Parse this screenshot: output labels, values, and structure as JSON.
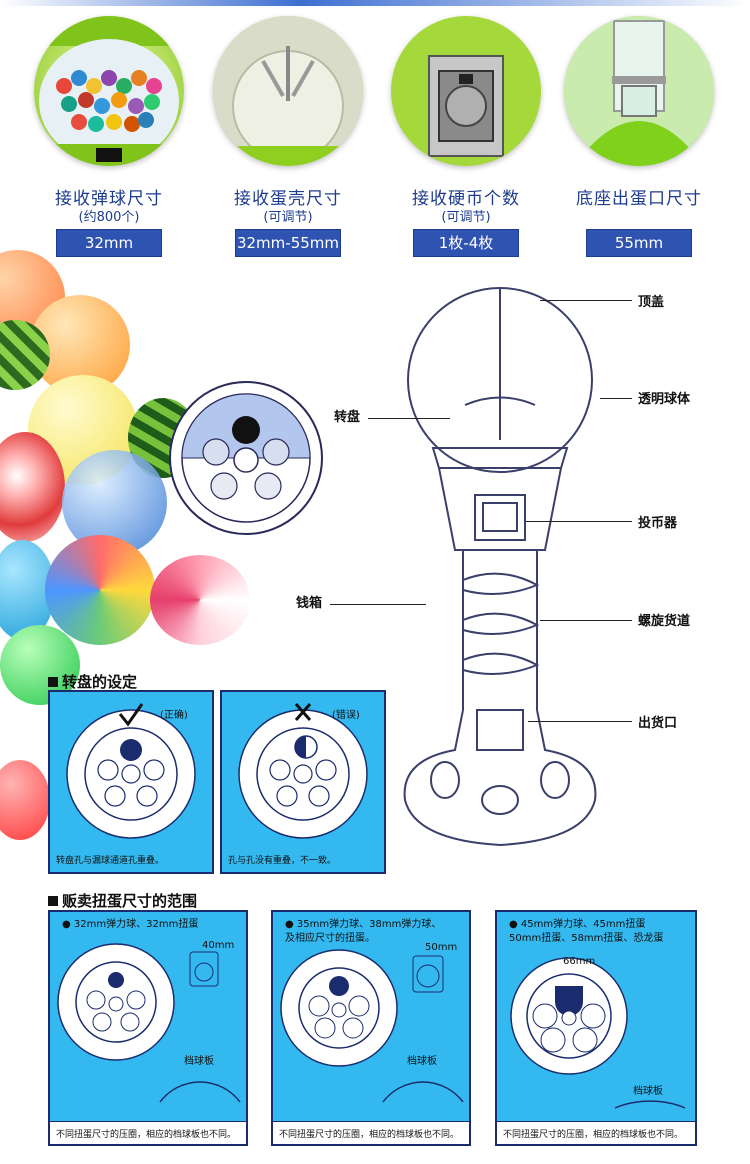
{
  "features": [
    {
      "title": "接收弹球尺寸",
      "sub": "(约800个)",
      "size": "32mm"
    },
    {
      "title": "接收蛋壳尺寸",
      "sub": "(可调节)",
      "size": "32mm-55mm"
    },
    {
      "title": "接收硬币个数",
      "sub": "(可调节)",
      "size": "1枚-4枚"
    },
    {
      "title": "底座出蛋口尺寸",
      "sub": "",
      "size": "55mm"
    }
  ],
  "diagram": {
    "top_cover": "顶盖",
    "globe": "透明球体",
    "turntable": "转盘",
    "coin_mech": "投币器",
    "cash_box": "钱箱",
    "spiral": "螺旋货道",
    "outlet": "出货口"
  },
  "turntable_setting": {
    "heading": "转盘的设定",
    "correct_tag": "(正确)",
    "wrong_tag": "(错误)",
    "correct_caption": "转盘孔与漏球通道孔重叠。",
    "wrong_caption": "孔与孔没有重叠，不一致。"
  },
  "size_range": {
    "heading": "贩卖扭蛋尺寸的范围",
    "panels": [
      {
        "note1": "32mm弹力球、32mm扭蛋",
        "note2": "",
        "dim": "40mm",
        "plate": "档球板",
        "caption": "不同扭蛋尺寸的压圈，相应的档球板也不同。"
      },
      {
        "note1": "35mm弹力球、38mm弹力球、",
        "note2": "及相应尺寸的扭蛋。",
        "dim": "50mm",
        "plate": "档球板",
        "caption": "不同扭蛋尺寸的压圈，相应的档球板也不同。"
      },
      {
        "note1": "45mm弹力球、45mm扭蛋",
        "note2": "50mm扭蛋、58mm扭蛋、恐龙蛋",
        "dim": "66mm",
        "plate": "档球板",
        "caption": "不同扭蛋尺寸的压圈，相应的档球板也不同。"
      }
    ]
  }
}
